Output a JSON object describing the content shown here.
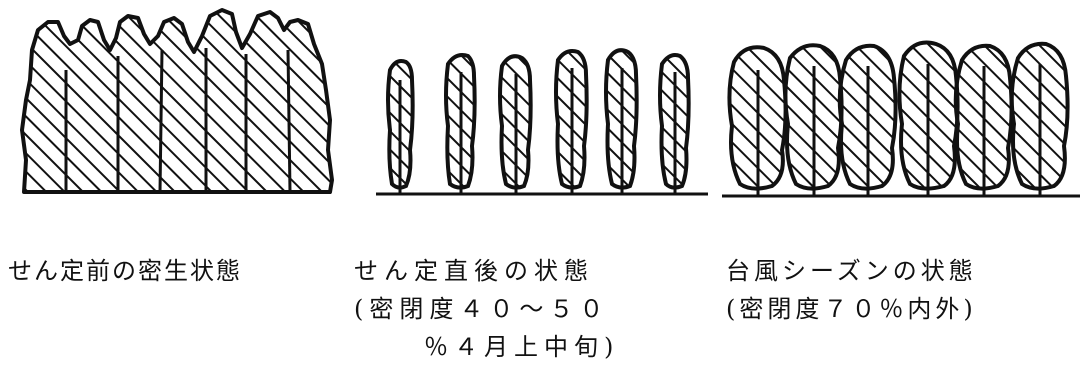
{
  "panels": [
    {
      "caption": [
        "せん定前の密生状態"
      ]
    },
    {
      "caption": [
        "せん定直後の状態",
        "(密閉度４０～５０",
        "％４月上中旬)"
      ]
    },
    {
      "caption": [
        "台風シーズンの状態",
        "(密閉度７０％内外)"
      ]
    }
  ],
  "colors": {
    "ink": "#111111",
    "background": "#ffffff"
  }
}
